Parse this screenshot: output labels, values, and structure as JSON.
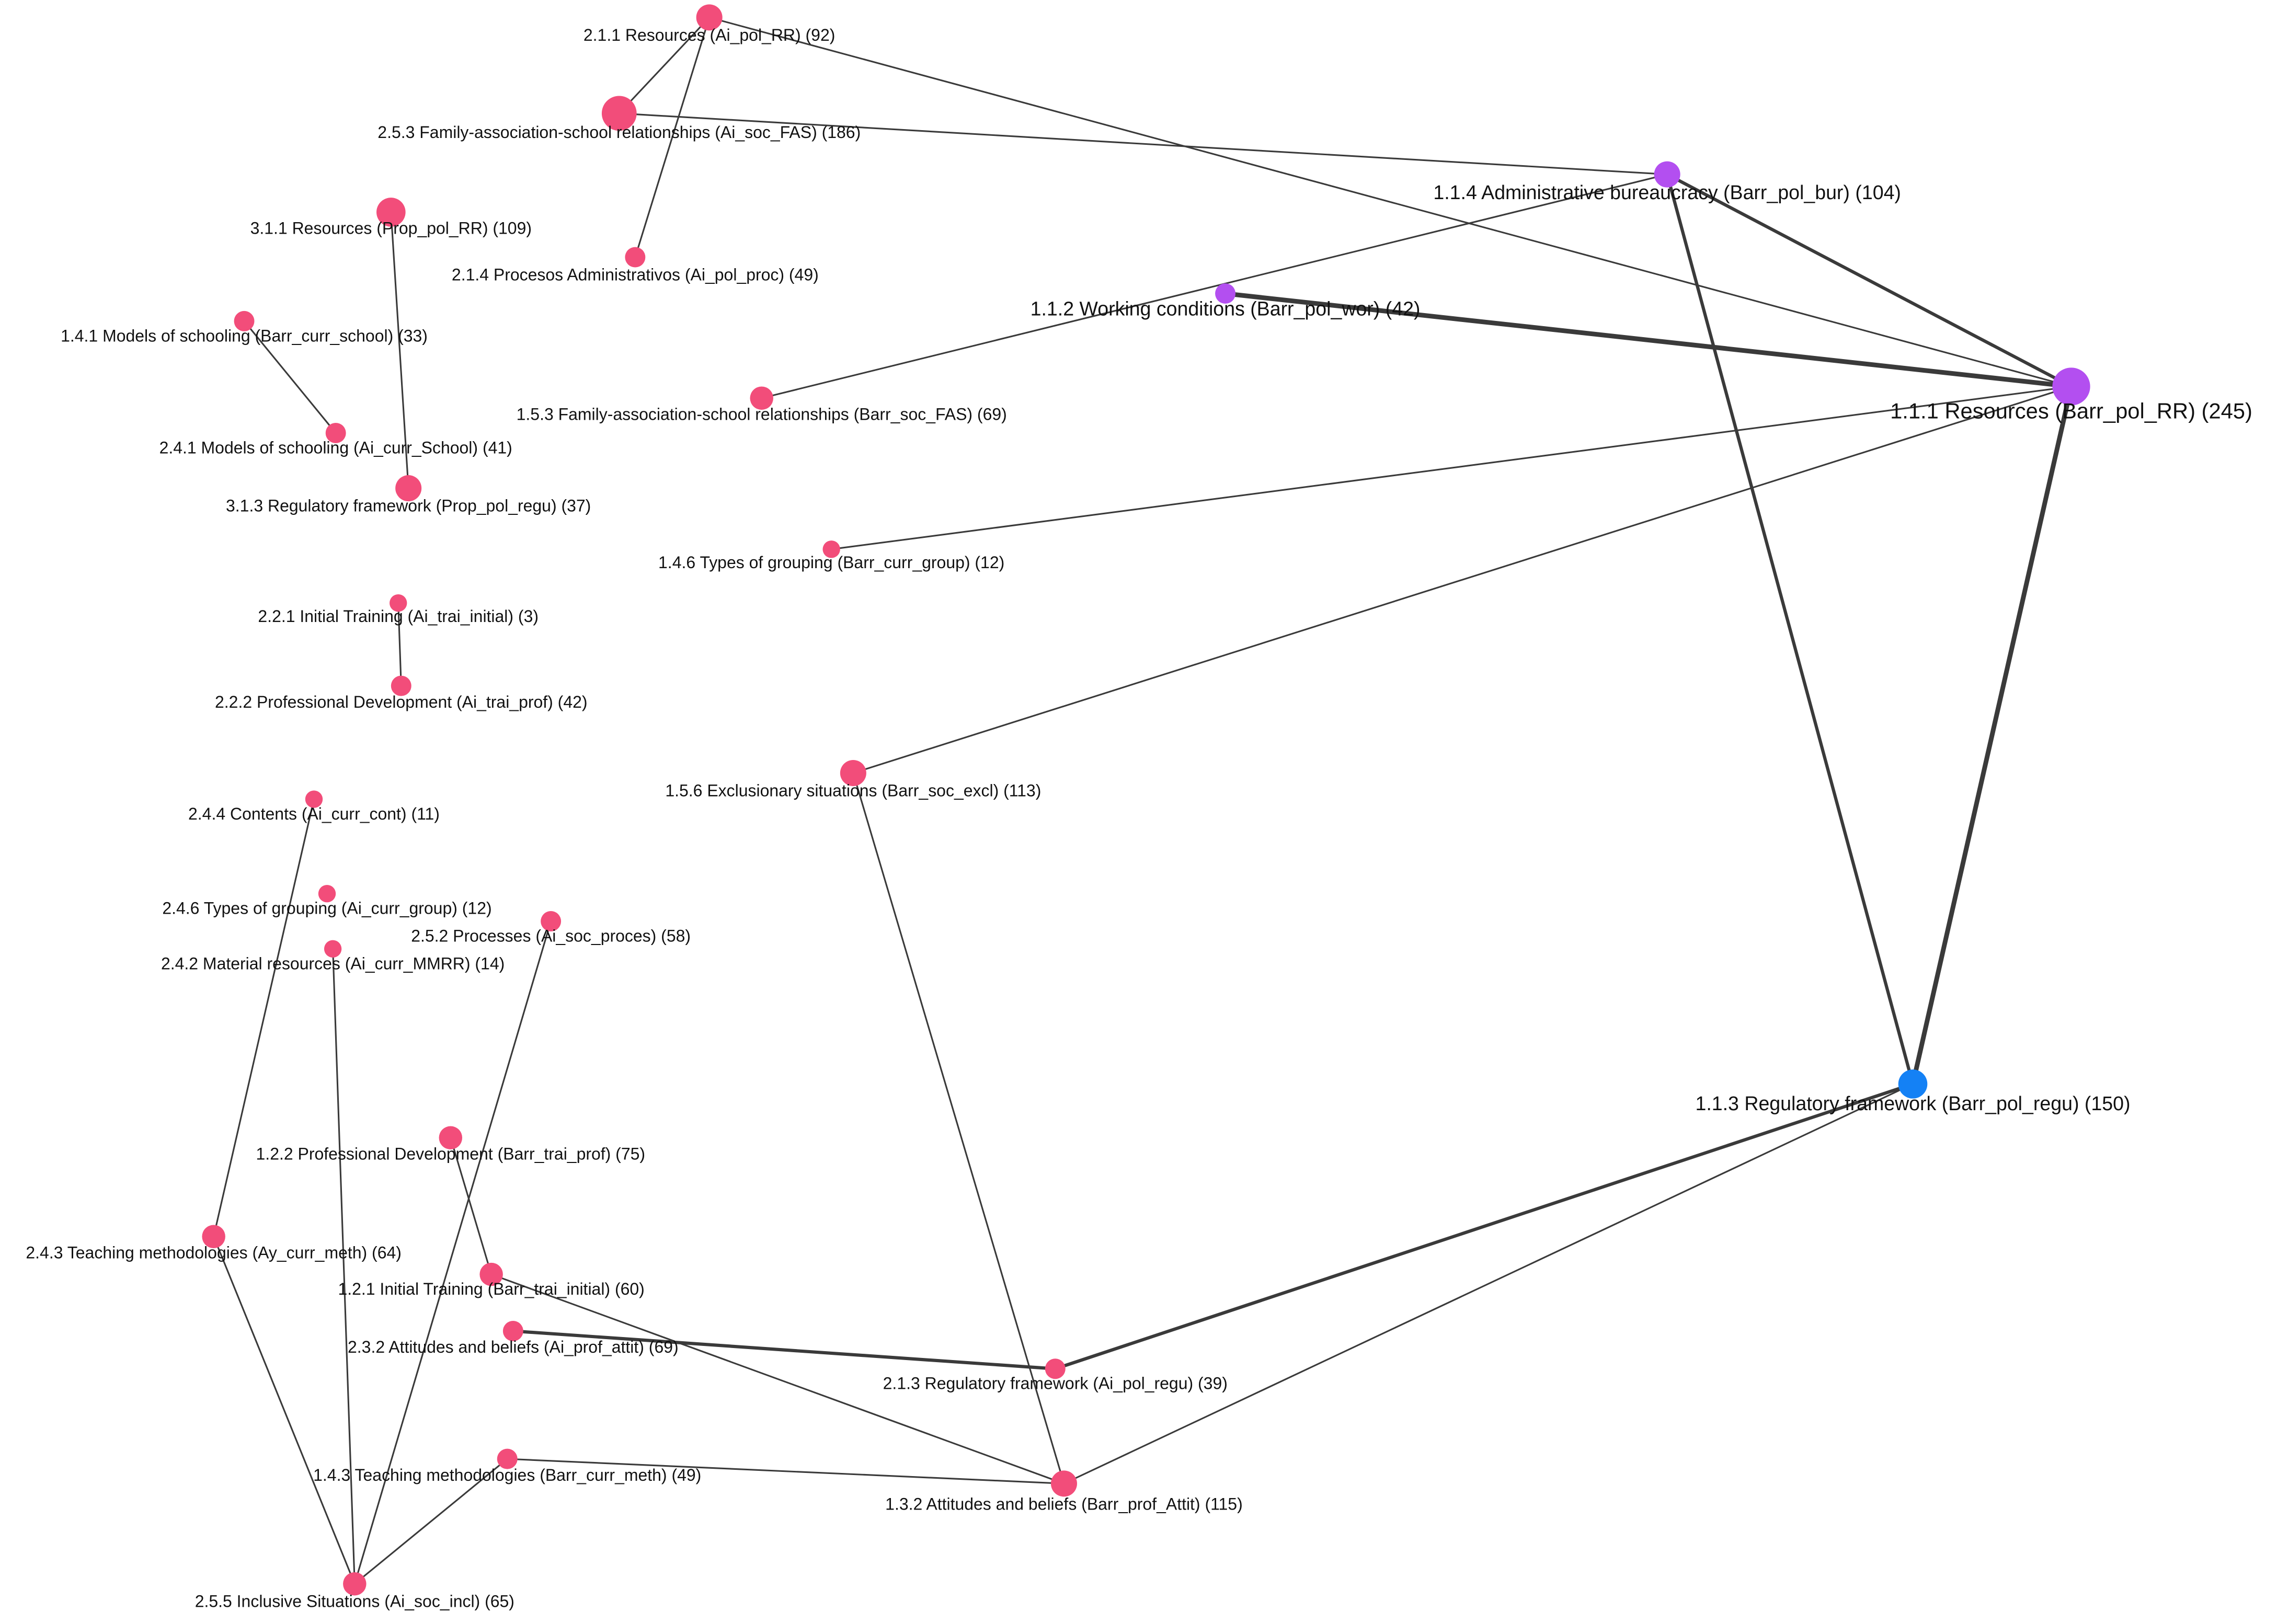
{
  "colors": {
    "default": "#f24d7a",
    "purple": "#b34ff0",
    "blue": "#1481f5",
    "edge": "#3a3a3a"
  },
  "nodes": [
    {
      "id": "n211",
      "label": "2.1.1 Resources (Ai_pol_RR) (92)",
      "color": "default"
    },
    {
      "id": "n253",
      "label": "2.5.3 Family-association-school relationships (Ai_soc_FAS) (186)",
      "color": "default"
    },
    {
      "id": "n311",
      "label": "3.1.1 Resources (Prop_pol_RR) (109)",
      "color": "default"
    },
    {
      "id": "n214",
      "label": "2.1.4 Procesos Administrativos (Ai_pol_proc) (49)",
      "color": "default"
    },
    {
      "id": "n141",
      "label": "1.4.1 Models of schooling (Barr_curr_school) (33)",
      "color": "default"
    },
    {
      "id": "n241",
      "label": "2.4.1 Models of schooling (Ai_curr_School) (41)",
      "color": "default"
    },
    {
      "id": "n313",
      "label": "3.1.3 Regulatory framework (Prop_pol_regu) (37)",
      "color": "default"
    },
    {
      "id": "n114",
      "label": "1.1.4 Administrative bureaucracy (Barr_pol_bur) (104)",
      "color": "purple"
    },
    {
      "id": "n112",
      "label": "1.1.2 Working conditions (Barr_pol_wor) (42)",
      "color": "purple"
    },
    {
      "id": "n153",
      "label": "1.5.3 Family-association-school relationships (Barr_soc_FAS) (69)",
      "color": "default"
    },
    {
      "id": "n111",
      "label": "1.1.1 Resources (Barr_pol_RR) (245)",
      "color": "purple"
    },
    {
      "id": "n146",
      "label": "1.4.6 Types of grouping (Barr_curr_group) (12)",
      "color": "default"
    },
    {
      "id": "n221",
      "label": "2.2.1 Initial Training (Ai_trai_initial) (3)",
      "color": "default"
    },
    {
      "id": "n222",
      "label": "2.2.2 Professional Development (Ai_trai_prof) (42)",
      "color": "default"
    },
    {
      "id": "n156",
      "label": "1.5.6 Exclusionary situations (Barr_soc_excl) (113)",
      "color": "default"
    },
    {
      "id": "n244",
      "label": "2.4.4 Contents (Ai_curr_cont) (11)",
      "color": "default"
    },
    {
      "id": "n246",
      "label": "2.4.6 Types of grouping (Ai_curr_group) (12)",
      "color": "default"
    },
    {
      "id": "n252",
      "label": "2.5.2 Processes (Ai_soc_proces) (58)",
      "color": "default"
    },
    {
      "id": "n242",
      "label": "2.4.2 Material resources (Ai_curr_MMRR) (14)",
      "color": "default"
    },
    {
      "id": "n113",
      "label": "1.1.3 Regulatory framework (Barr_pol_regu) (150)",
      "color": "blue"
    },
    {
      "id": "n122",
      "label": "1.2.2 Professional Development (Barr_trai_prof) (75)",
      "color": "default"
    },
    {
      "id": "n243",
      "label": "2.4.3 Teaching methodologies (Ay_curr_meth) (64)",
      "color": "default"
    },
    {
      "id": "n121",
      "label": "1.2.1 Initial Training (Barr_trai_initial) (60)",
      "color": "default"
    },
    {
      "id": "n232",
      "label": "2.3.2 Attitudes and beliefs (Ai_prof_attit) (69)",
      "color": "default"
    },
    {
      "id": "n213",
      "label": "2.1.3 Regulatory framework (Ai_pol_regu) (39)",
      "color": "default"
    },
    {
      "id": "n143",
      "label": "1.4.3 Teaching methodologies (Barr_curr_meth) (49)",
      "color": "default"
    },
    {
      "id": "n132",
      "label": "1.3.2 Attitudes and beliefs (Barr_prof_Attit) (115)",
      "color": "default"
    },
    {
      "id": "n255",
      "label": "2.5.5 Inclusive Situations (Ai_soc_incl) (65)",
      "color": "default"
    }
  ],
  "edges": [
    {
      "source": "n211",
      "target": "n253",
      "weight": 1
    },
    {
      "source": "n211",
      "target": "n214",
      "weight": 1
    },
    {
      "source": "n211",
      "target": "n111",
      "weight": 1
    },
    {
      "source": "n253",
      "target": "n114",
      "weight": 1
    },
    {
      "source": "n311",
      "target": "n313",
      "weight": 1
    },
    {
      "source": "n141",
      "target": "n241",
      "weight": 1
    },
    {
      "source": "n114",
      "target": "n153",
      "weight": 1
    },
    {
      "source": "n114",
      "target": "n111",
      "weight": 2
    },
    {
      "source": "n114",
      "target": "n113",
      "weight": 2
    },
    {
      "source": "n112",
      "target": "n111",
      "weight": 3
    },
    {
      "source": "n111",
      "target": "n146",
      "weight": 1
    },
    {
      "source": "n111",
      "target": "n156",
      "weight": 1
    },
    {
      "source": "n111",
      "target": "n113",
      "weight": 3
    },
    {
      "source": "n221",
      "target": "n222",
      "weight": 1
    },
    {
      "source": "n156",
      "target": "n132",
      "weight": 1
    },
    {
      "source": "n244",
      "target": "n243",
      "weight": 1
    },
    {
      "source": "n242",
      "target": "n255",
      "weight": 1
    },
    {
      "source": "n252",
      "target": "n255",
      "weight": 1
    },
    {
      "source": "n122",
      "target": "n121",
      "weight": 1
    },
    {
      "source": "n243",
      "target": "n255",
      "weight": 1
    },
    {
      "source": "n121",
      "target": "n132",
      "weight": 1
    },
    {
      "source": "n232",
      "target": "n213",
      "weight": 2
    },
    {
      "source": "n213",
      "target": "n113",
      "weight": 2
    },
    {
      "source": "n143",
      "target": "n132",
      "weight": 1
    },
    {
      "source": "n143",
      "target": "n255",
      "weight": 1
    },
    {
      "source": "n132",
      "target": "n113",
      "weight": 1
    }
  ]
}
